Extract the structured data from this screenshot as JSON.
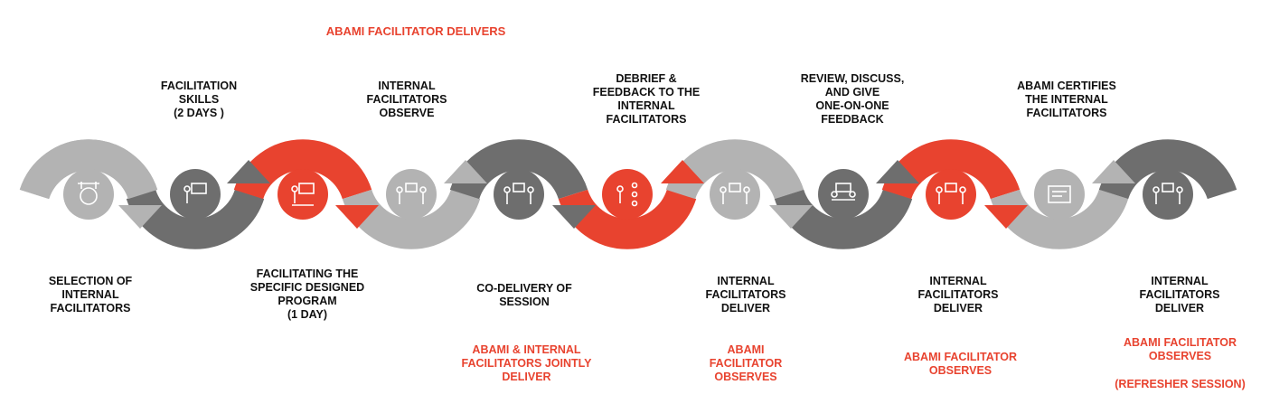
{
  "top_banner": "ABAMI FACILITATOR DELIVERS",
  "top_labels": [
    "FACILITATION\nSKILLS\n(2 DAYS )",
    "INTERNAL\nFACILITATORS\nOBSERVE",
    "DEBRIEF &\nFEEDBACK TO THE\nINTERNAL\nFACILITATORS",
    "REVIEW, DISCUSS,\nAND GIVE\nONE-ON-ONE\nFEEDBACK",
    "ABAMI CERTIFIES\nTHE INTERNAL\nFACILITATORS"
  ],
  "bottom_labels": [
    "SELECTION OF\nINTERNAL\nFACILITATORS",
    "FACILITATING THE\nSPECIFIC DESIGNED\nPROGRAM\n(1 DAY)",
    "CO-DELIVERY OF\nSESSION",
    "INTERNAL\nFACILITATORS\nDELIVER",
    "INTERNAL\nFACILITATORS\nDELIVER",
    "INTERNAL\nFACILITATORS\nDELIVER"
  ],
  "red_notes": [
    "ABAMI & INTERNAL\nFACILITATORS JOINTLY\nDELIVER",
    "ABAMI\nFACILITATOR\nOBSERVES",
    "ABAMI FACILITATOR\nOBSERVES",
    "ABAMI FACILITATOR\nOBSERVES",
    "(REFRESHER SESSION)"
  ],
  "steps": [
    {
      "icon": "tools-icon",
      "color": "light-grey"
    },
    {
      "icon": "presenter-board-icon",
      "color": "dark-grey"
    },
    {
      "icon": "trainer-audience-icon",
      "color": "red"
    },
    {
      "icon": "people-whiteboard-icon",
      "color": "light-grey"
    },
    {
      "icon": "co-presenters-icon",
      "color": "dark-grey"
    },
    {
      "icon": "org-chart-feedback-icon",
      "color": "red"
    },
    {
      "icon": "people-whiteboard-icon",
      "color": "light-grey"
    },
    {
      "icon": "meeting-discussion-icon",
      "color": "dark-grey"
    },
    {
      "icon": "people-whiteboard-icon",
      "color": "red"
    },
    {
      "icon": "certificate-icon",
      "color": "light-grey"
    },
    {
      "icon": "people-whiteboard-icon",
      "color": "dark-grey"
    }
  ],
  "colors": {
    "red": "#e8432f",
    "dark_grey": "#6e6e6e",
    "mid_grey": "#8c8c8c",
    "light_grey": "#b3b3b3"
  }
}
